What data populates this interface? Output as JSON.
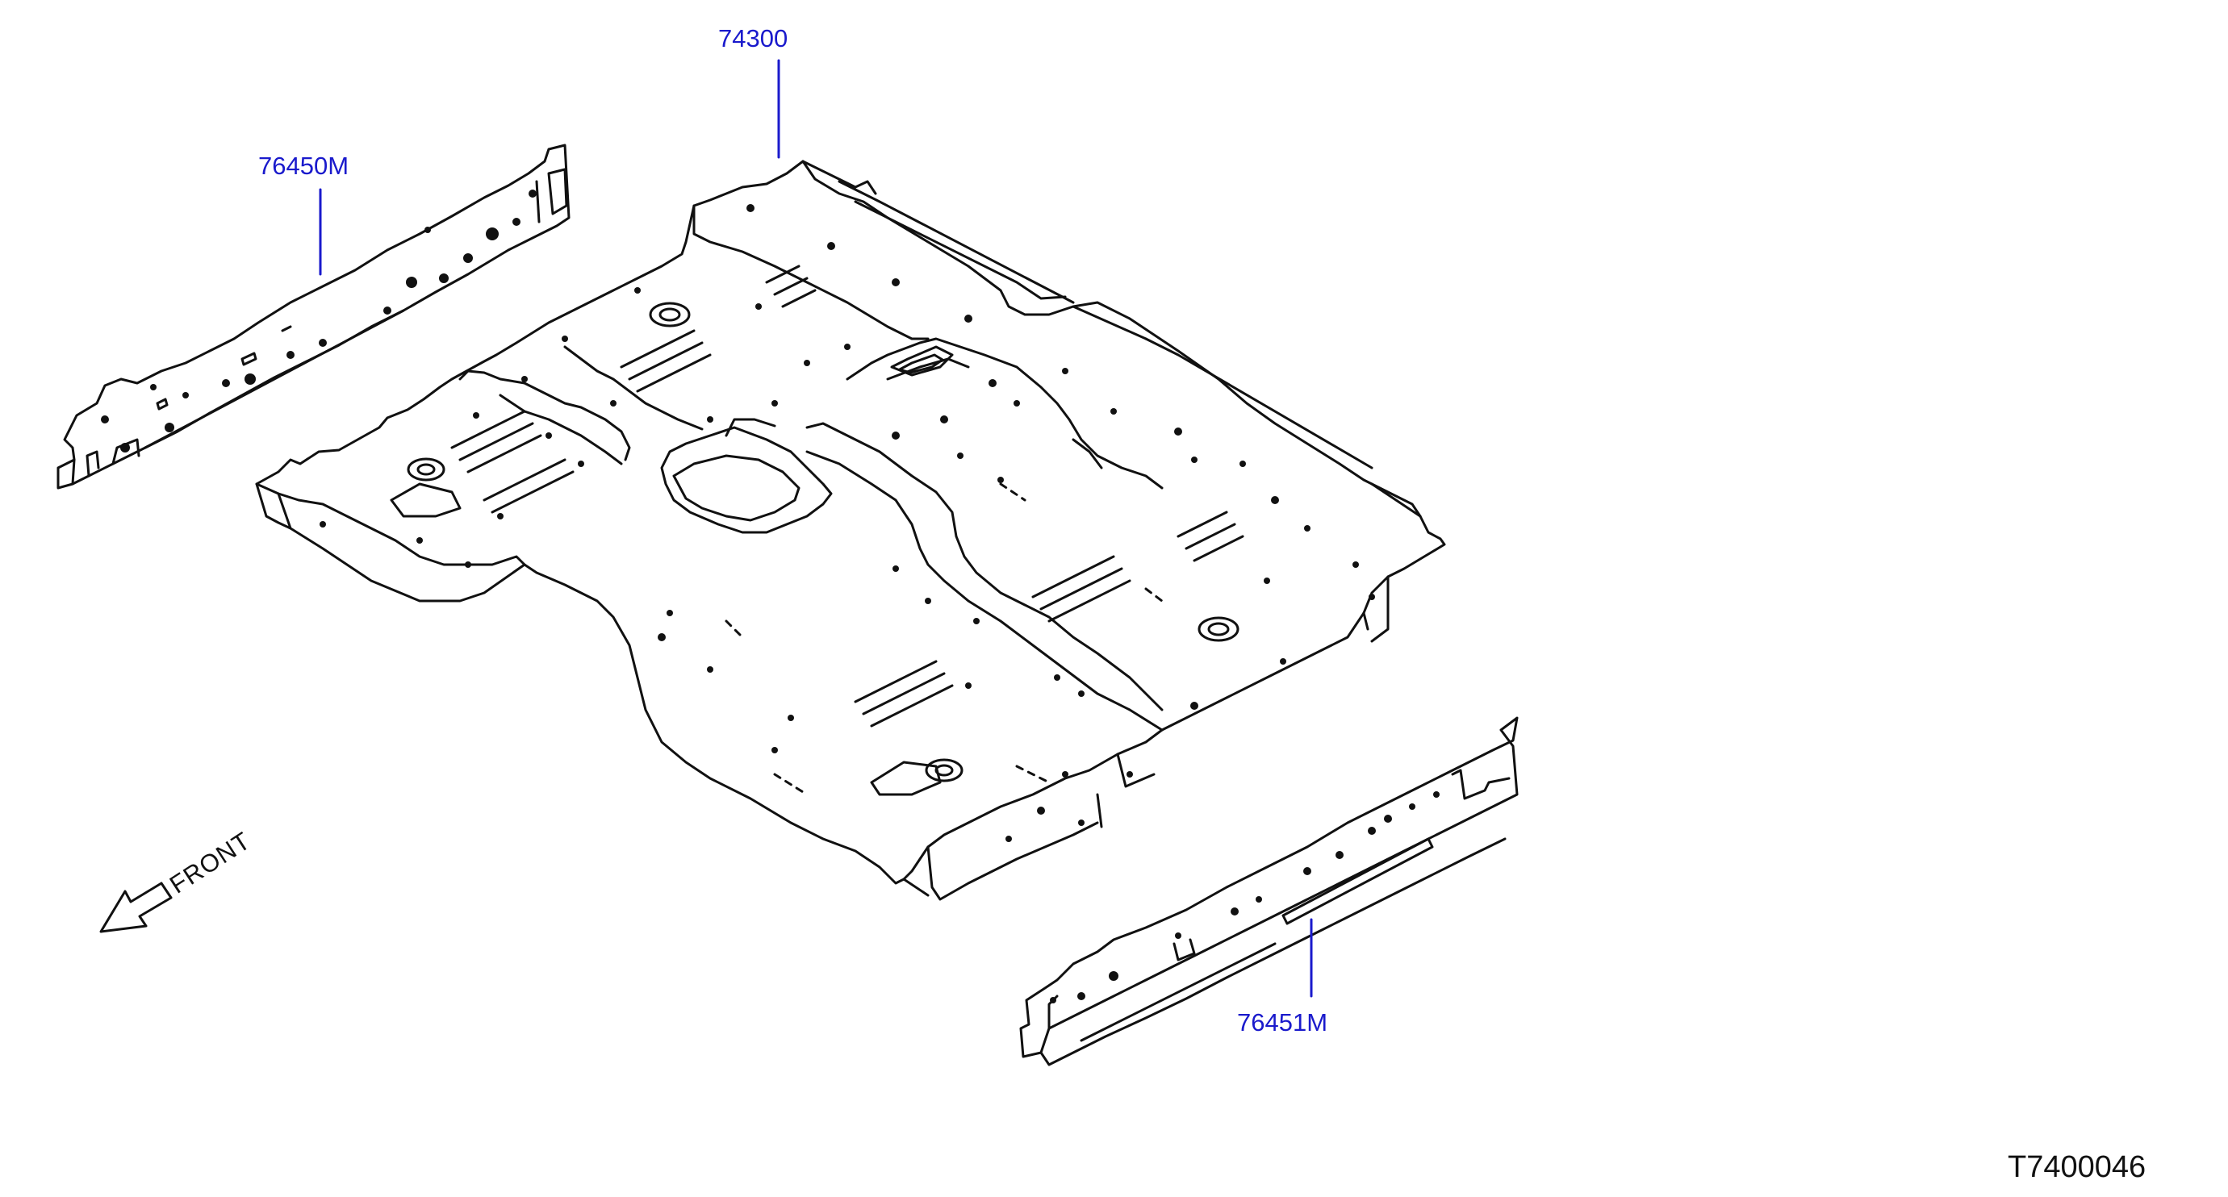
{
  "parts": [
    {
      "id": "floor-panel",
      "number": "74300"
    },
    {
      "id": "left-sill",
      "number": "76450M"
    },
    {
      "id": "right-sill",
      "number": "76451M"
    }
  ],
  "direction_label": "FRONT",
  "diagram_code": "T7400046",
  "colors": {
    "callout": "#1a1acc",
    "line": "#111111",
    "background": "#ffffff"
  }
}
